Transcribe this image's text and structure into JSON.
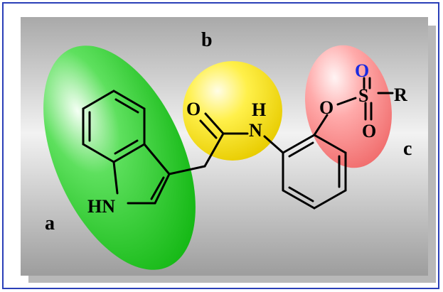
{
  "regions": {
    "a": "a",
    "b": "b",
    "c": "c"
  },
  "atoms": {
    "indole_nh": "HN",
    "amide_h": "H",
    "amide_n": "N",
    "carbonyl_o": "O",
    "ester_o": "O",
    "sulfur": "S",
    "sulfonyl_o_top": "O",
    "sulfonyl_o_bottom": "O",
    "r_group": "R"
  },
  "colors": {
    "frame": "#2a3fb8",
    "region_a": "#22cc22",
    "region_b": "#ffe600",
    "region_c": "#ff8080",
    "sulfonyl_o_top": "#1a2be0"
  }
}
